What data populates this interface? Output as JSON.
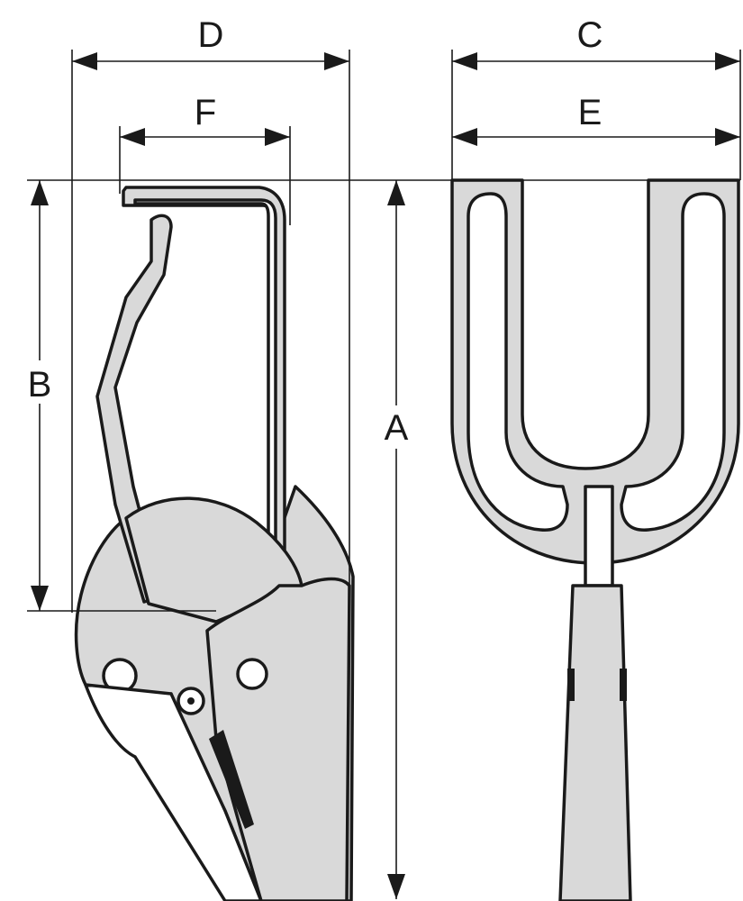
{
  "dimensions": {
    "A": "A",
    "B": "B",
    "C": "C",
    "D": "D",
    "E": "E",
    "F": "F"
  },
  "colors": {
    "line": "#1a1a1a",
    "fill": "#d9d9d9",
    "background": "#ffffff"
  }
}
